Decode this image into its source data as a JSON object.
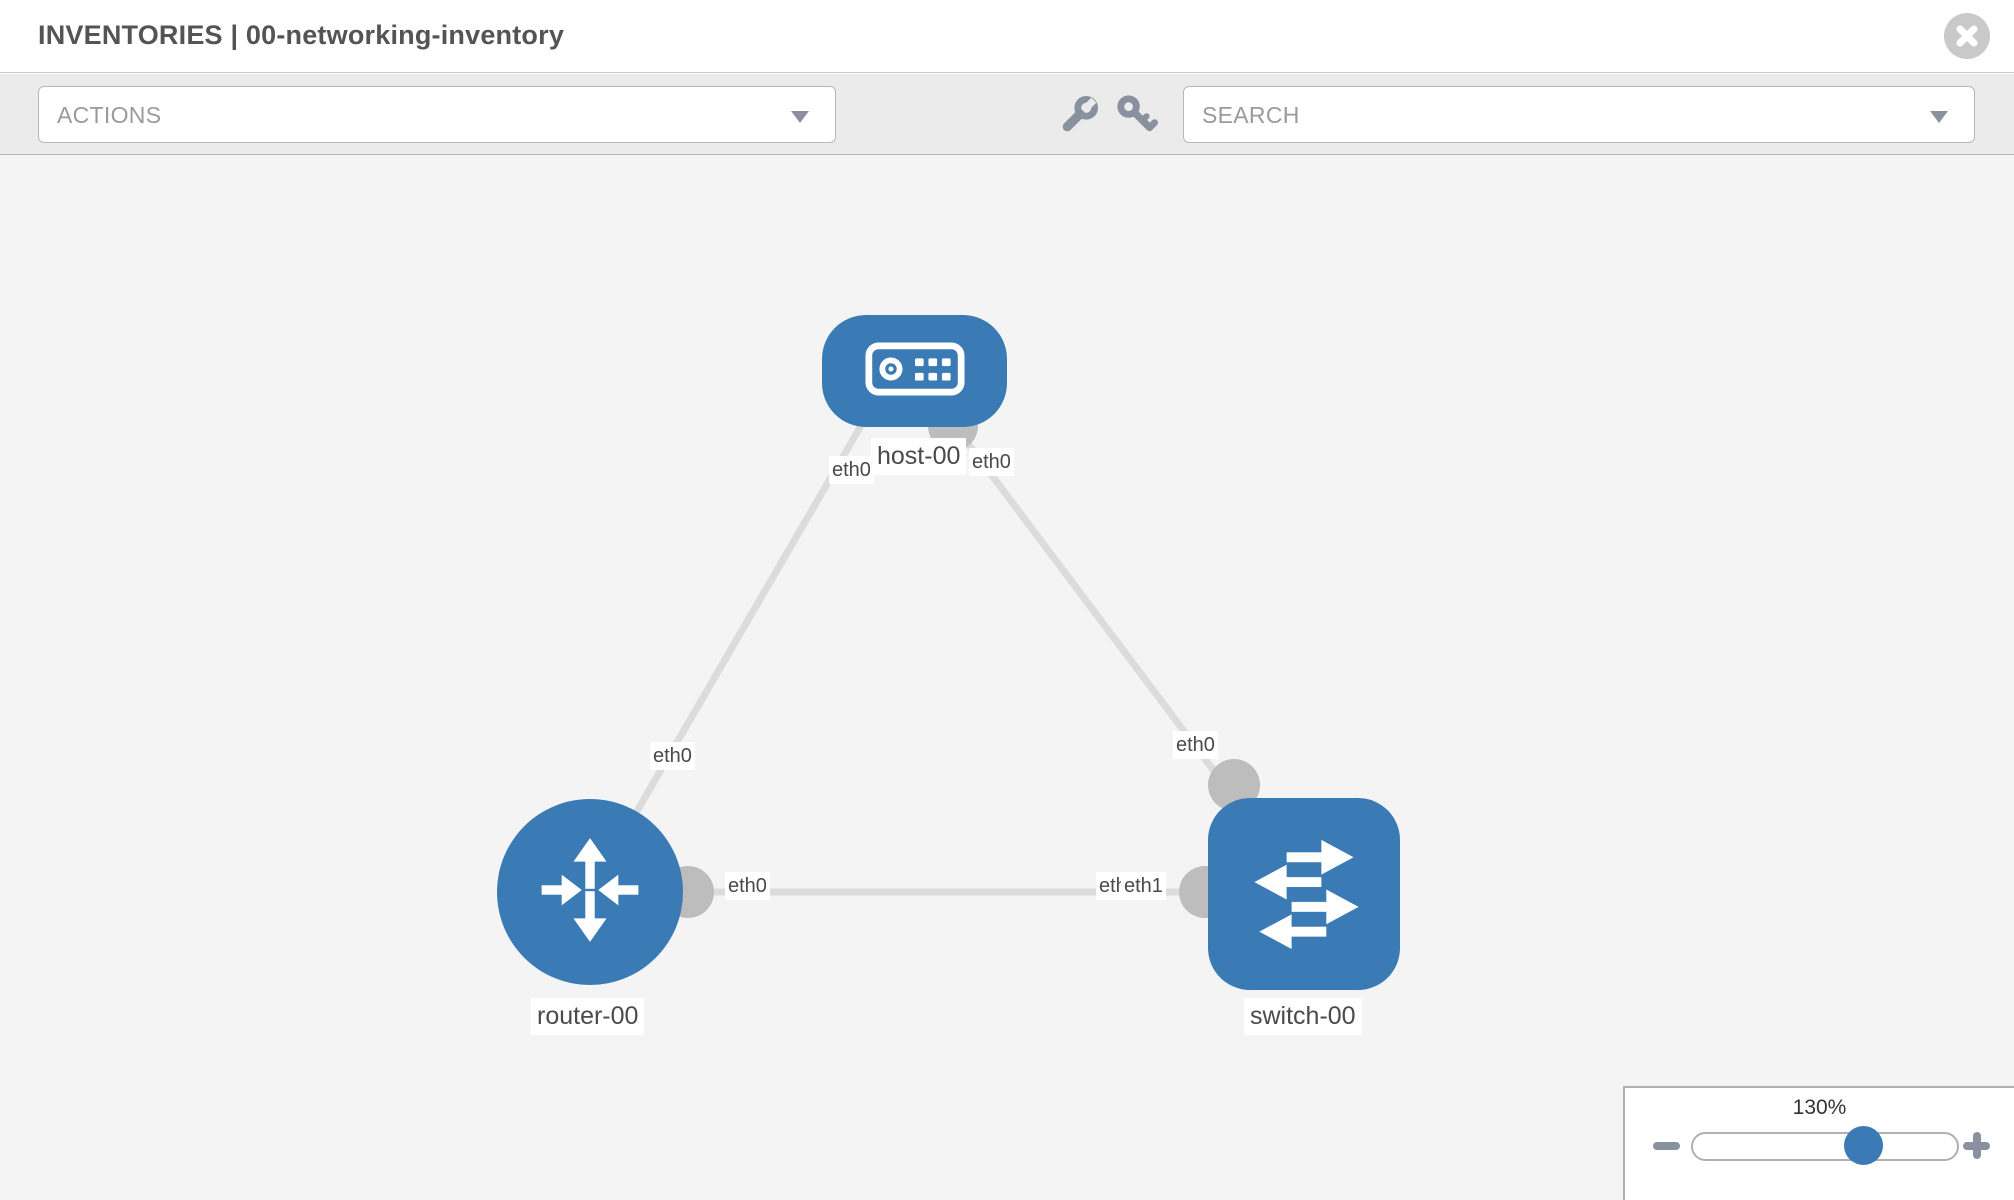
{
  "header": {
    "title": "INVENTORIES | 00-networking-inventory"
  },
  "toolbar": {
    "actions_label": "ACTIONS",
    "search_label": "SEARCH",
    "icons": [
      "wrench-icon",
      "key-icon"
    ]
  },
  "topology": {
    "nodes": [
      {
        "label": "host-00",
        "type": "host",
        "icon": "server-icon"
      },
      {
        "label": "router-00",
        "type": "router",
        "icon": "router-arrows-icon"
      },
      {
        "label": "switch-00",
        "type": "switch",
        "icon": "switch-arrows-icon"
      }
    ],
    "links": [
      {
        "from": "router-00",
        "to": "host-00",
        "from_interface": "eth0",
        "to_interface": "eth0"
      },
      {
        "from": "host-00",
        "to": "switch-00",
        "from_interface": "eth0",
        "to_interface": "eth0"
      },
      {
        "from": "router-00",
        "to": "switch-00",
        "from_interface": "eth0",
        "to_interface": "eth1",
        "to_interface_overlapped": "eth0"
      }
    ]
  },
  "zoom_control": {
    "level": "130%"
  },
  "colors": {
    "node_blue": "#3a7ab5",
    "link_gray": "#dcdcdc",
    "connector_gray": "#bdbdbd",
    "icon_gray": "#8a919e",
    "toolbar_bg": "#ebebeb",
    "canvas_bg": "#f4f4f4",
    "close_circle": "#c9c9c9"
  }
}
